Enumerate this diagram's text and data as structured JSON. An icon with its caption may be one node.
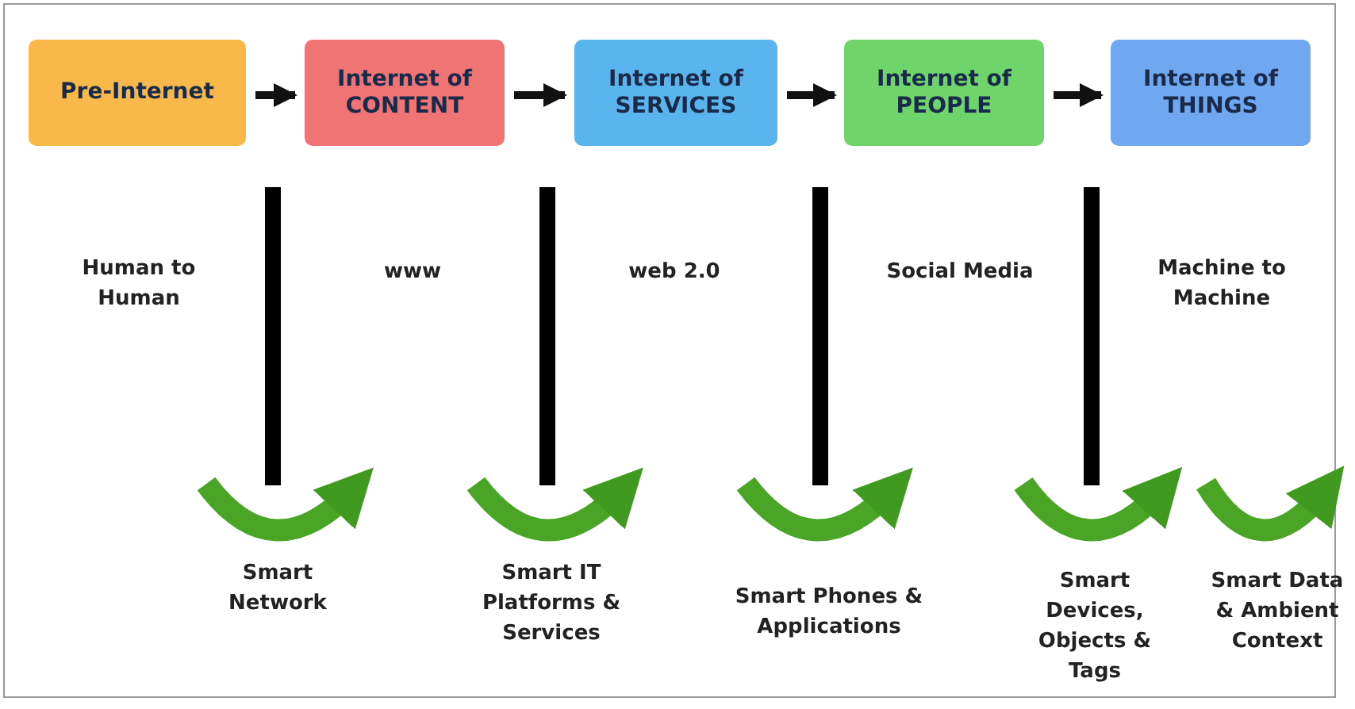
{
  "diagram": {
    "nodes": [
      {
        "text": [
          "Pre-Internet"
        ]
      },
      {
        "text": [
          "Internet of CONTENT"
        ]
      },
      {
        "text": [
          "Internet of SERVICES"
        ]
      },
      {
        "text": [
          "Internet of PEOPLE"
        ]
      },
      {
        "text": [
          "Internet of THINGS"
        ]
      }
    ],
    "edges": [
      {
        "from": 0,
        "to": 1,
        "arrow": "to"
      },
      {
        "from": 1,
        "to": 2,
        "arrow": "to"
      },
      {
        "from": 2,
        "to": 3,
        "arrow": "to"
      },
      {
        "from": 3,
        "to": 4,
        "arrow": "to"
      }
    ],
    "labels": [
      "Human to Human",
      "www",
      "web 2.0",
      "Social Media",
      "Machine to Machine",
      "Smart Network",
      "Smart IT Platforms & Services",
      "Smart Phones & Applications",
      "Smart Devices, Objects & Tags",
      "Smart Data & Ambient Context"
    ]
  }
}
